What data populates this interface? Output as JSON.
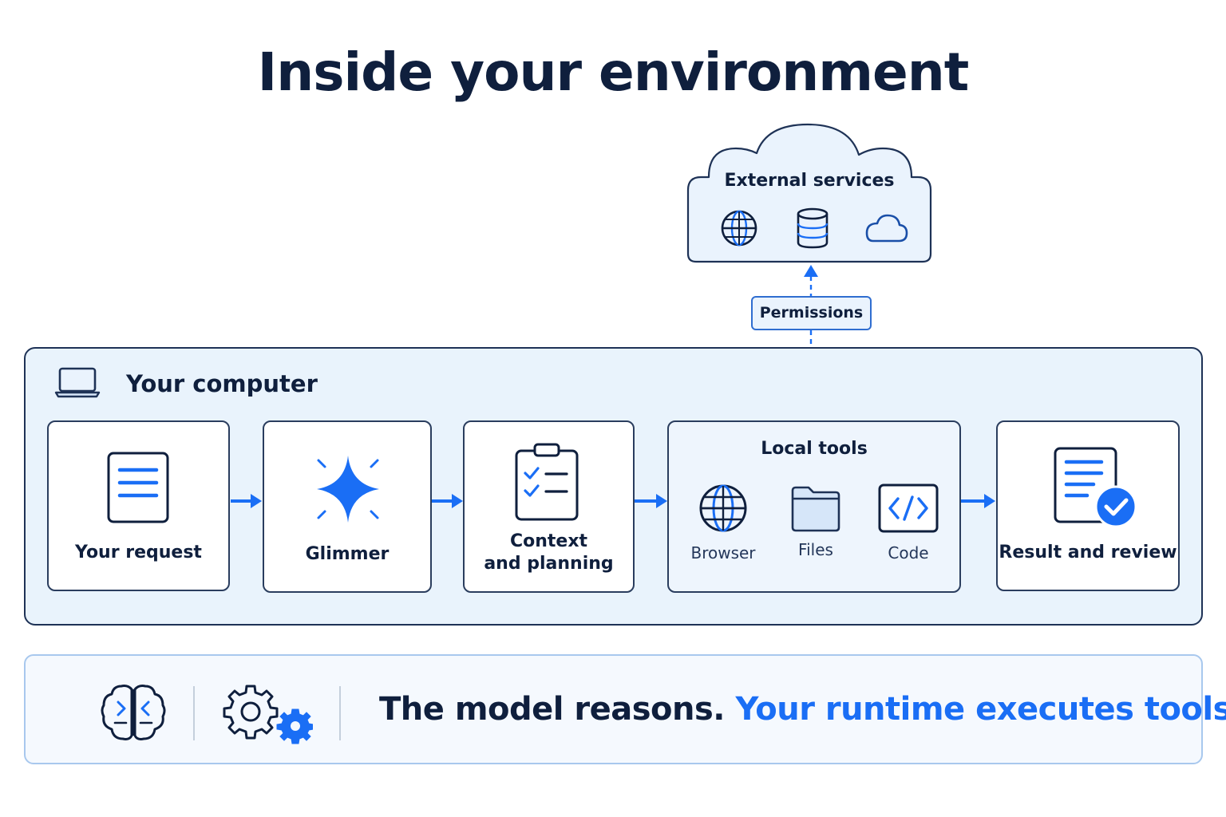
{
  "title": "Inside your environment",
  "external": {
    "title": "External services",
    "icons": [
      "globe-icon",
      "database-icon",
      "cloud-icon"
    ]
  },
  "permissions": {
    "label": "Permissions"
  },
  "computer": {
    "title": "Your computer",
    "icon": "laptop-icon",
    "steps": [
      {
        "label": "Your request",
        "icon": "document-icon"
      },
      {
        "label": "Glimmer",
        "icon": "sparkle-icon"
      },
      {
        "label": "Context",
        "label2": "and planning",
        "icon": "clipboard-checklist-icon"
      },
      {
        "label": "Local tools",
        "tools": [
          {
            "label": "Browser",
            "icon": "globe-icon"
          },
          {
            "label": "Files",
            "icon": "folder-icon"
          },
          {
            "label": "Code",
            "icon": "code-icon"
          }
        ]
      },
      {
        "label": "Result and review",
        "icon": "document-check-icon"
      }
    ]
  },
  "footer": {
    "part1": "The model reasons.",
    "part2": "Your runtime executes tools.",
    "icons": [
      "brain-icon",
      "gears-icon"
    ]
  },
  "colors": {
    "accent": "#1a6ef5",
    "navy": "#0f1f3d",
    "panel": "#e9f3fc"
  }
}
